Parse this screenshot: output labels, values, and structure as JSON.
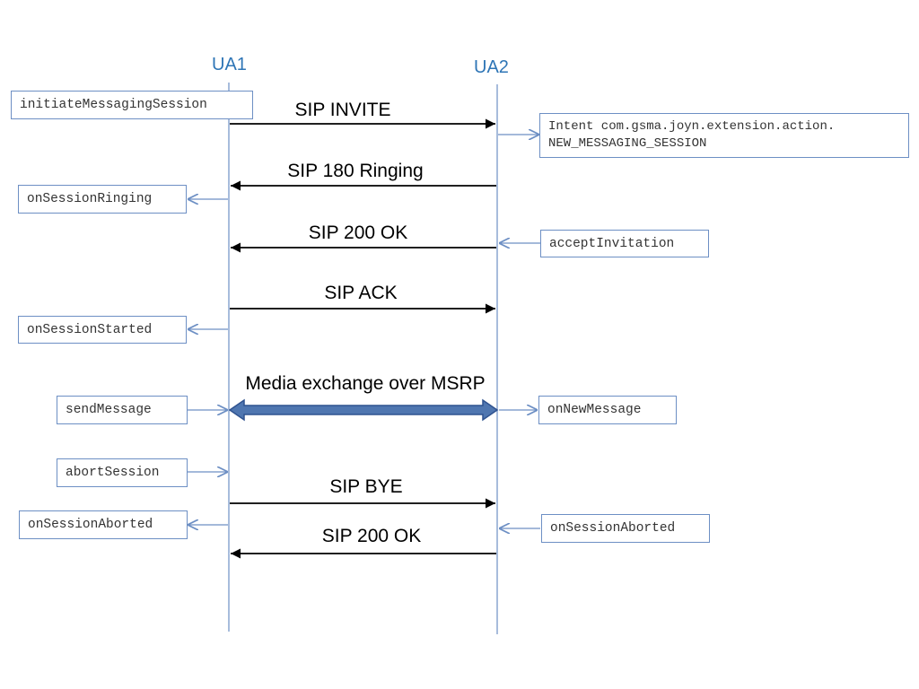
{
  "lifelines": [
    {
      "id": "ua1",
      "label": "UA1"
    },
    {
      "id": "ua2",
      "label": "UA2"
    }
  ],
  "messages": [
    {
      "id": "invite",
      "label": "SIP INVITE",
      "from": "ua1",
      "to": "ua2"
    },
    {
      "id": "ringing",
      "label": "SIP 180 Ringing",
      "from": "ua2",
      "to": "ua1"
    },
    {
      "id": "ok1",
      "label": "SIP 200 OK",
      "from": "ua2",
      "to": "ua1"
    },
    {
      "id": "ack",
      "label": "SIP ACK",
      "from": "ua1",
      "to": "ua2"
    },
    {
      "id": "media",
      "label": "Media exchange over MSRP",
      "from": "ua1",
      "to": "ua2",
      "bidirectional": true
    },
    {
      "id": "bye",
      "label": "SIP BYE",
      "from": "ua1",
      "to": "ua2"
    },
    {
      "id": "ok2",
      "label": "SIP 200 OK",
      "from": "ua2",
      "to": "ua1"
    }
  ],
  "api_calls": {
    "initiate": "initiateMessagingSession",
    "intent_line1": "Intent com.gsma.joyn.extension.action.",
    "intent_line2": "NEW_MESSAGING_SESSION",
    "ringing": "onSessionRinging",
    "accept": "acceptInvitation",
    "started": "onSessionStarted",
    "send": "sendMessage",
    "new_message": "onNewMessage",
    "abort": "abortSession",
    "aborted_ua1": "onSessionAborted",
    "aborted_ua2": "onSessionAborted"
  },
  "colors": {
    "lifeline": "#6d8fc4",
    "lane_label": "#2e75b6",
    "sip_arrow": "#000000",
    "media_arrow_fill": "#4f76b0",
    "media_arrow_stroke": "#2f528f",
    "callback_arrow": "#6d8fc4"
  }
}
